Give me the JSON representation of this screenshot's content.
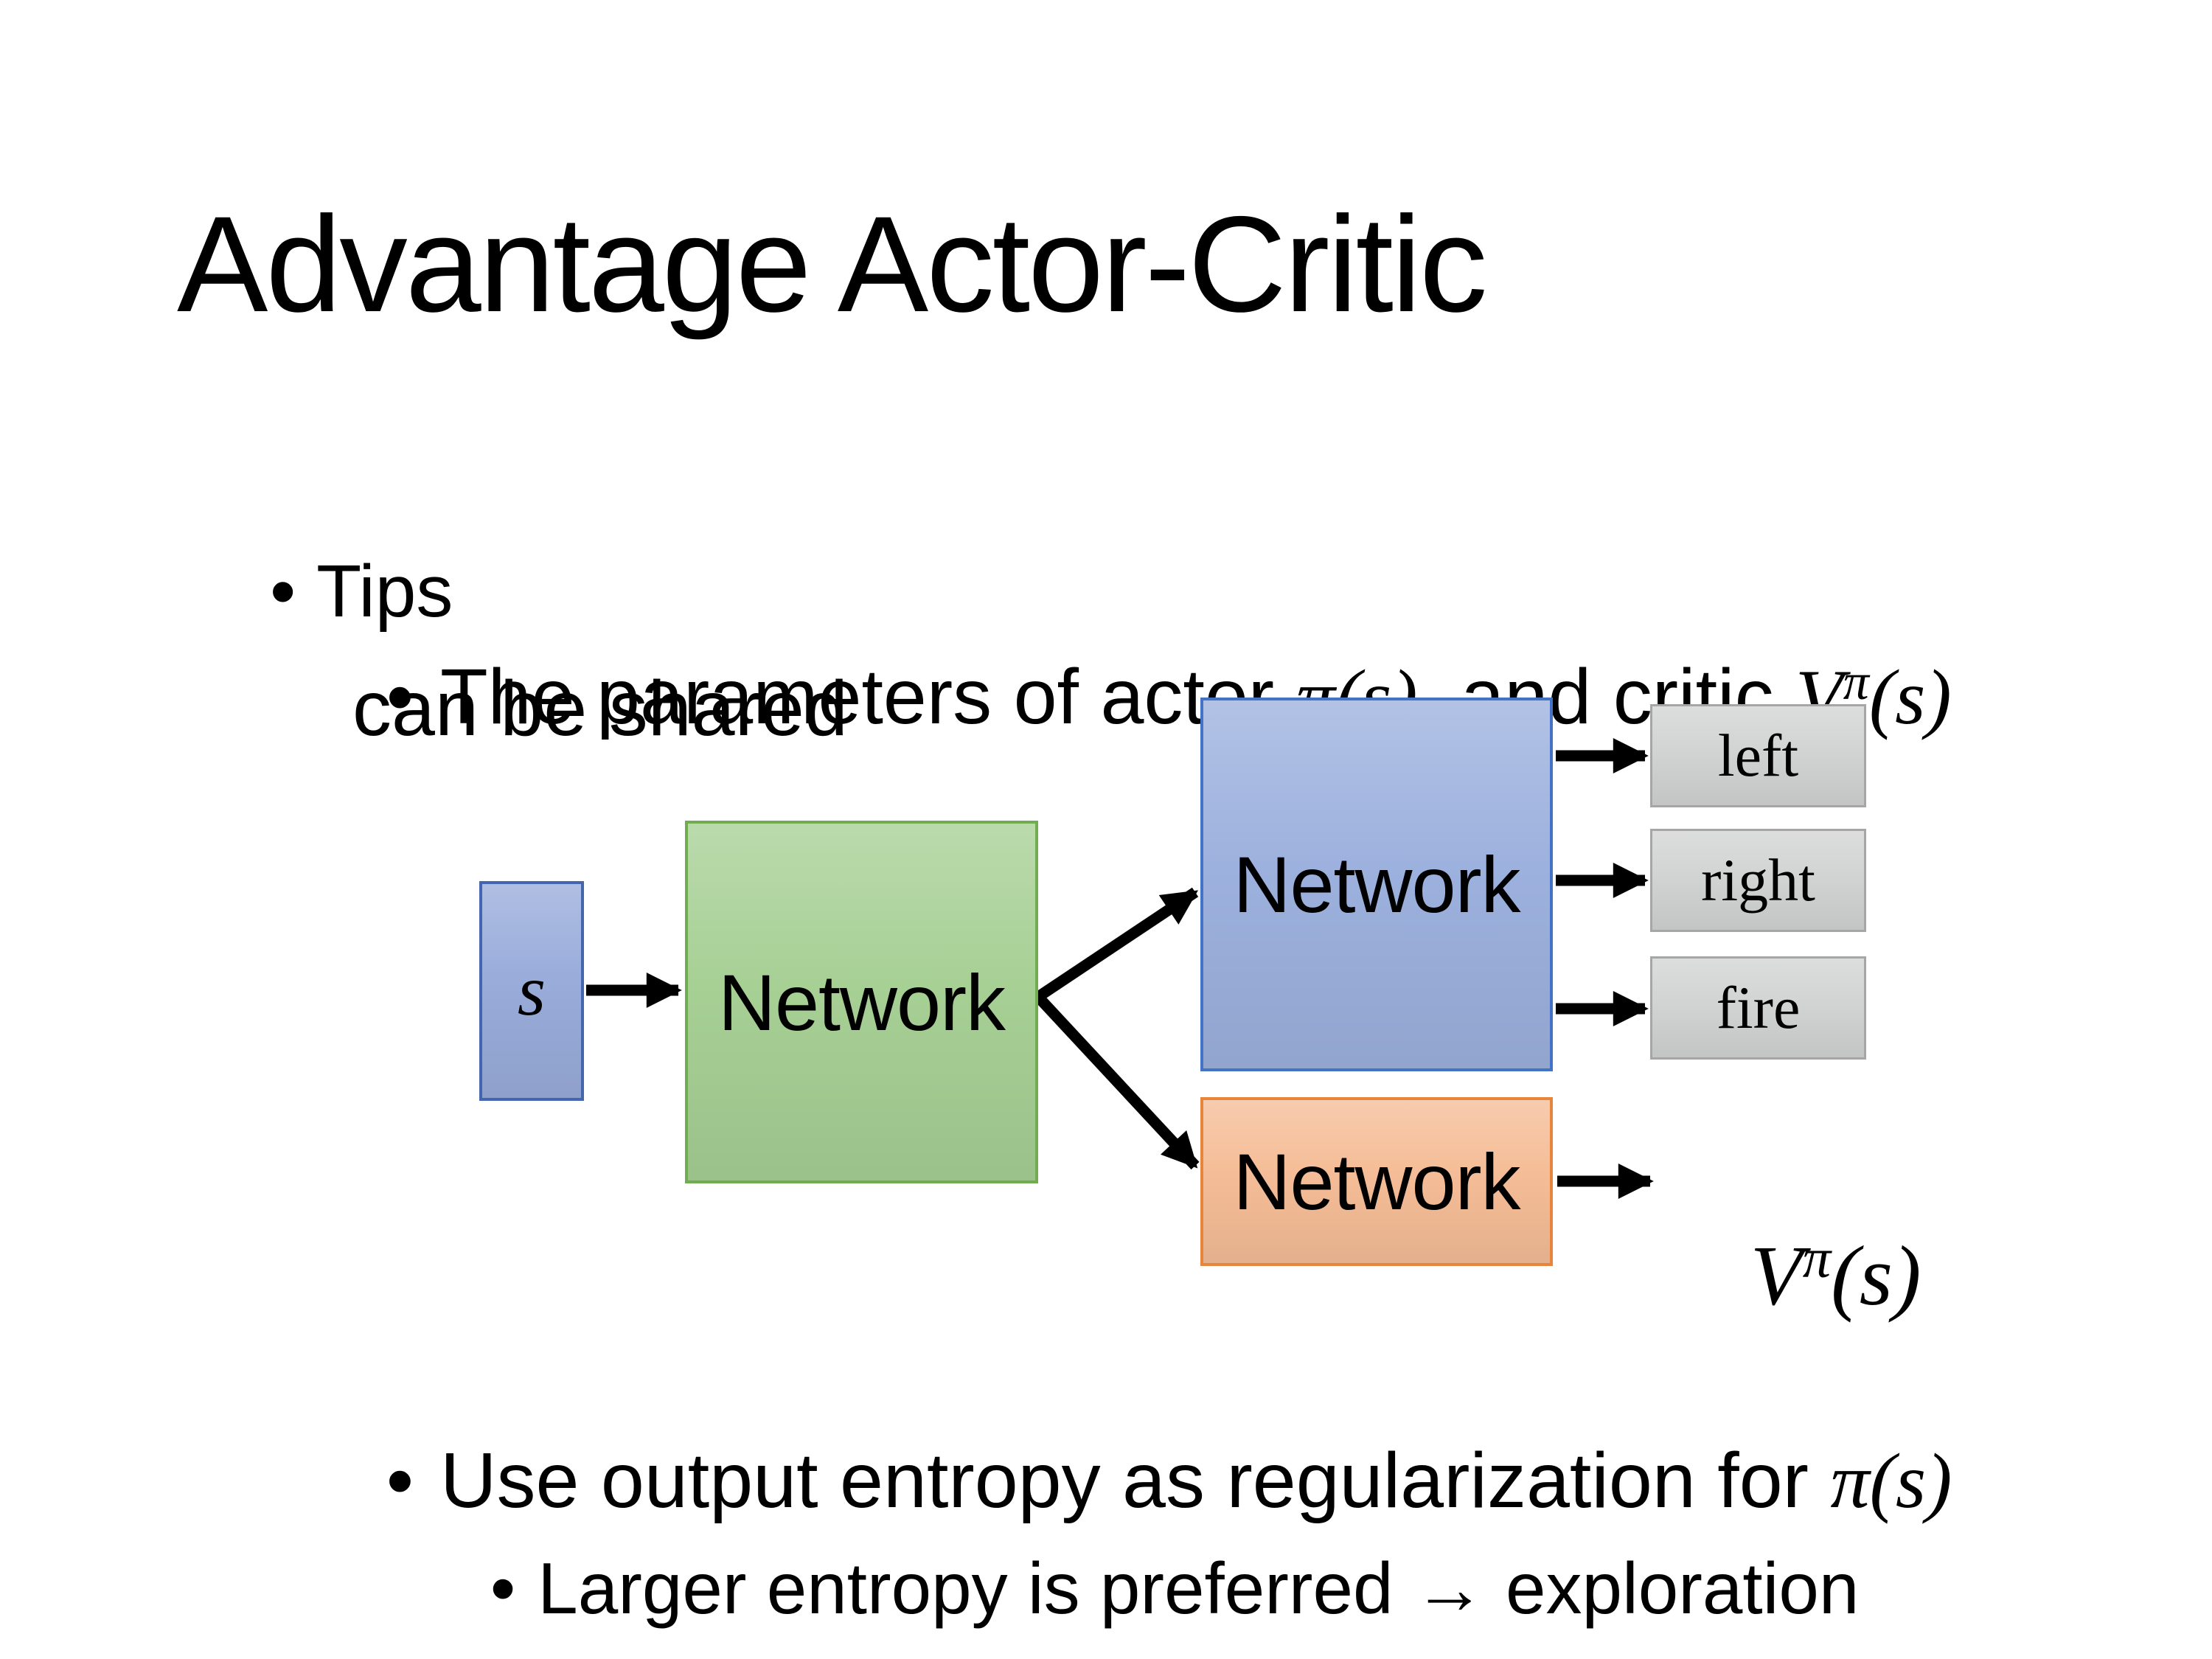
{
  "slide": {
    "title": "Advantage Actor-Critic",
    "bullet_char": "•",
    "tips_label": "Tips",
    "param_line": {
      "pre": "The parameters of actor ",
      "math_actor": "π(s)",
      "mid": "  and critic ",
      "critic_base": "V",
      "critic_sup": "π",
      "critic_args": "(s)",
      "cont": "can be shared"
    },
    "entropy_line": {
      "pre": "Use output entropy as regularization for ",
      "math": "π(s)"
    },
    "exploration_line": "Larger entropy is preferred → exploration",
    "diagram": {
      "input_label": "s",
      "shared_network_label": "Network",
      "actor_network_label": "Network",
      "critic_network_label": "Network",
      "action_labels": [
        "left",
        "right",
        "fire"
      ],
      "critic_output": {
        "base": "V",
        "sup": "π",
        "args": "(s)"
      },
      "colors": {
        "input_fill": "#99ACDA",
        "input_border": "#4466AE",
        "shared_fill": "#A7D095",
        "shared_border": "#72AC51",
        "actor_fill": "#9DB1DE",
        "actor_border": "#4472C4",
        "critic_fill": "#F5BD97",
        "critic_border": "#E8853D",
        "action_fill": "#D2D4D3",
        "action_border": "#A6A6A6",
        "arrow": "#000000"
      }
    }
  }
}
